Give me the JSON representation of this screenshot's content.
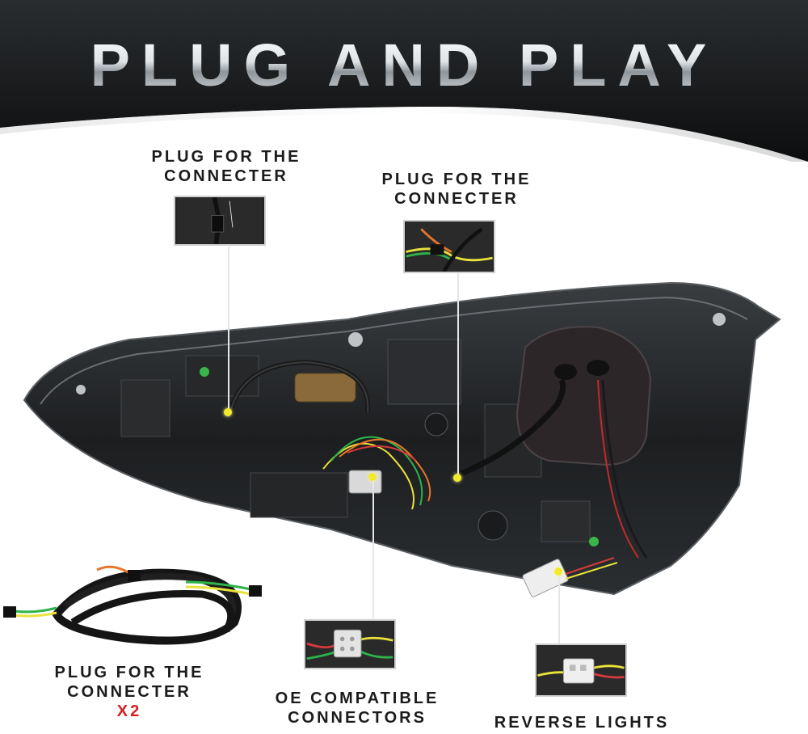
{
  "header": {
    "title": "PLUG AND PLAY"
  },
  "callouts": {
    "left_top": {
      "line1": "PLUG FOR THE",
      "line2": "CONNECTER"
    },
    "right_top": {
      "line1": "PLUG FOR THE",
      "line2": "CONNECTER"
    },
    "harness": {
      "line1": "PLUG FOR THE",
      "line2": "CONNECTER",
      "qty": "X2"
    },
    "oe": {
      "line1": "OE COMPATIBLE",
      "line2": "CONNECTORS"
    },
    "reverse": {
      "line1": "REVERSE LIGHTS"
    }
  },
  "colors": {
    "header_dark": "#151719",
    "lamp_body": "#1e2022",
    "callout_dot": "#f3ea2a",
    "quantity_accent": "#d42020"
  }
}
